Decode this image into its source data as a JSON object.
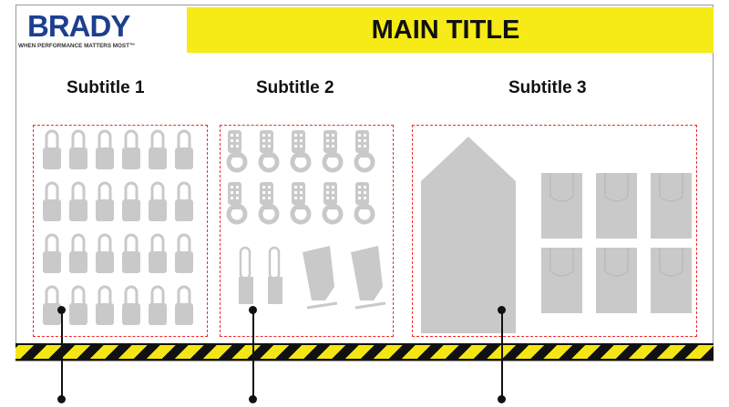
{
  "brand": {
    "name": "BRADY",
    "tagline": "WHEN PERFORMANCE MATTERS MOST™"
  },
  "header": {
    "title": "MAIN TITLE"
  },
  "sections": [
    {
      "subtitle": "Subtitle 1"
    },
    {
      "subtitle": "Subtitle 2"
    },
    {
      "subtitle": "Subtitle 3"
    }
  ],
  "colors": {
    "header_yellow": "#f6eb16",
    "brand_blue": "#1d3f8f",
    "zone_red": "#ef2b2b",
    "item_gray": "#c9c9c9"
  }
}
